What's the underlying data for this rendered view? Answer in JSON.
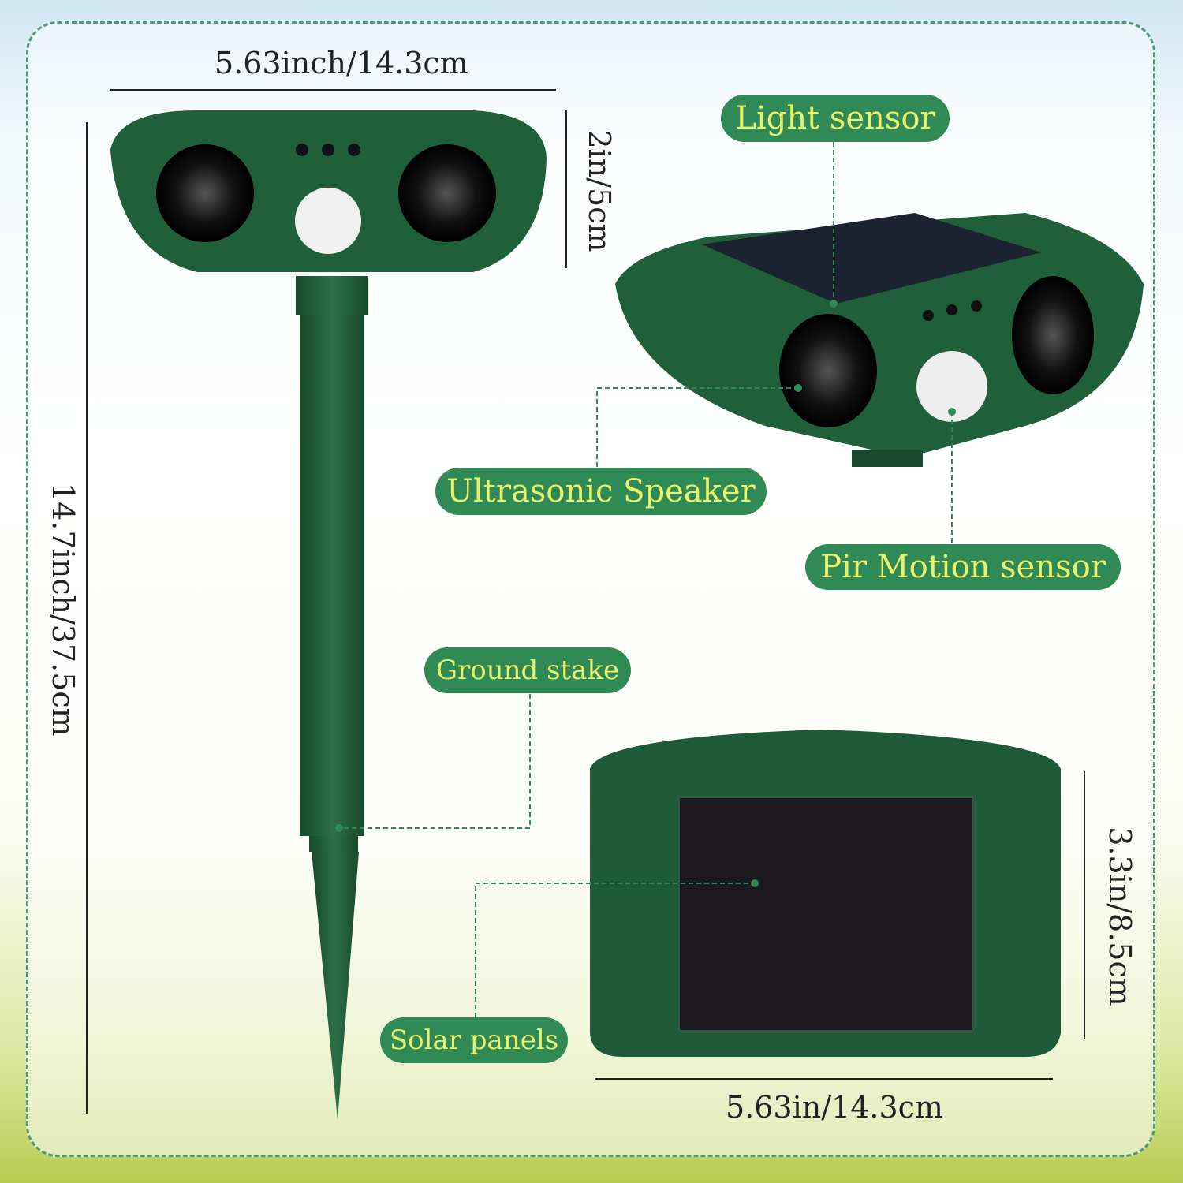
{
  "dimensions": {
    "top_width": "5.63inch/14.3cm",
    "head_height": "2in/5cm",
    "total_height": "14.7inch/37.5cm",
    "panel_height": "3.3in/8.5cm",
    "panel_width": "5.63in/14.3cm"
  },
  "labels": {
    "light_sensor": "Light sensor",
    "ultrasonic_speaker": "Ultrasonic Speaker",
    "pir_motion_sensor": "Pir Motion sensor",
    "ground_stake": "Ground stake",
    "solar_panels": "Solar panels"
  },
  "colors": {
    "pill": "#2f8a55",
    "pill_text": "#e9f26a",
    "device": "#1f5a38"
  }
}
